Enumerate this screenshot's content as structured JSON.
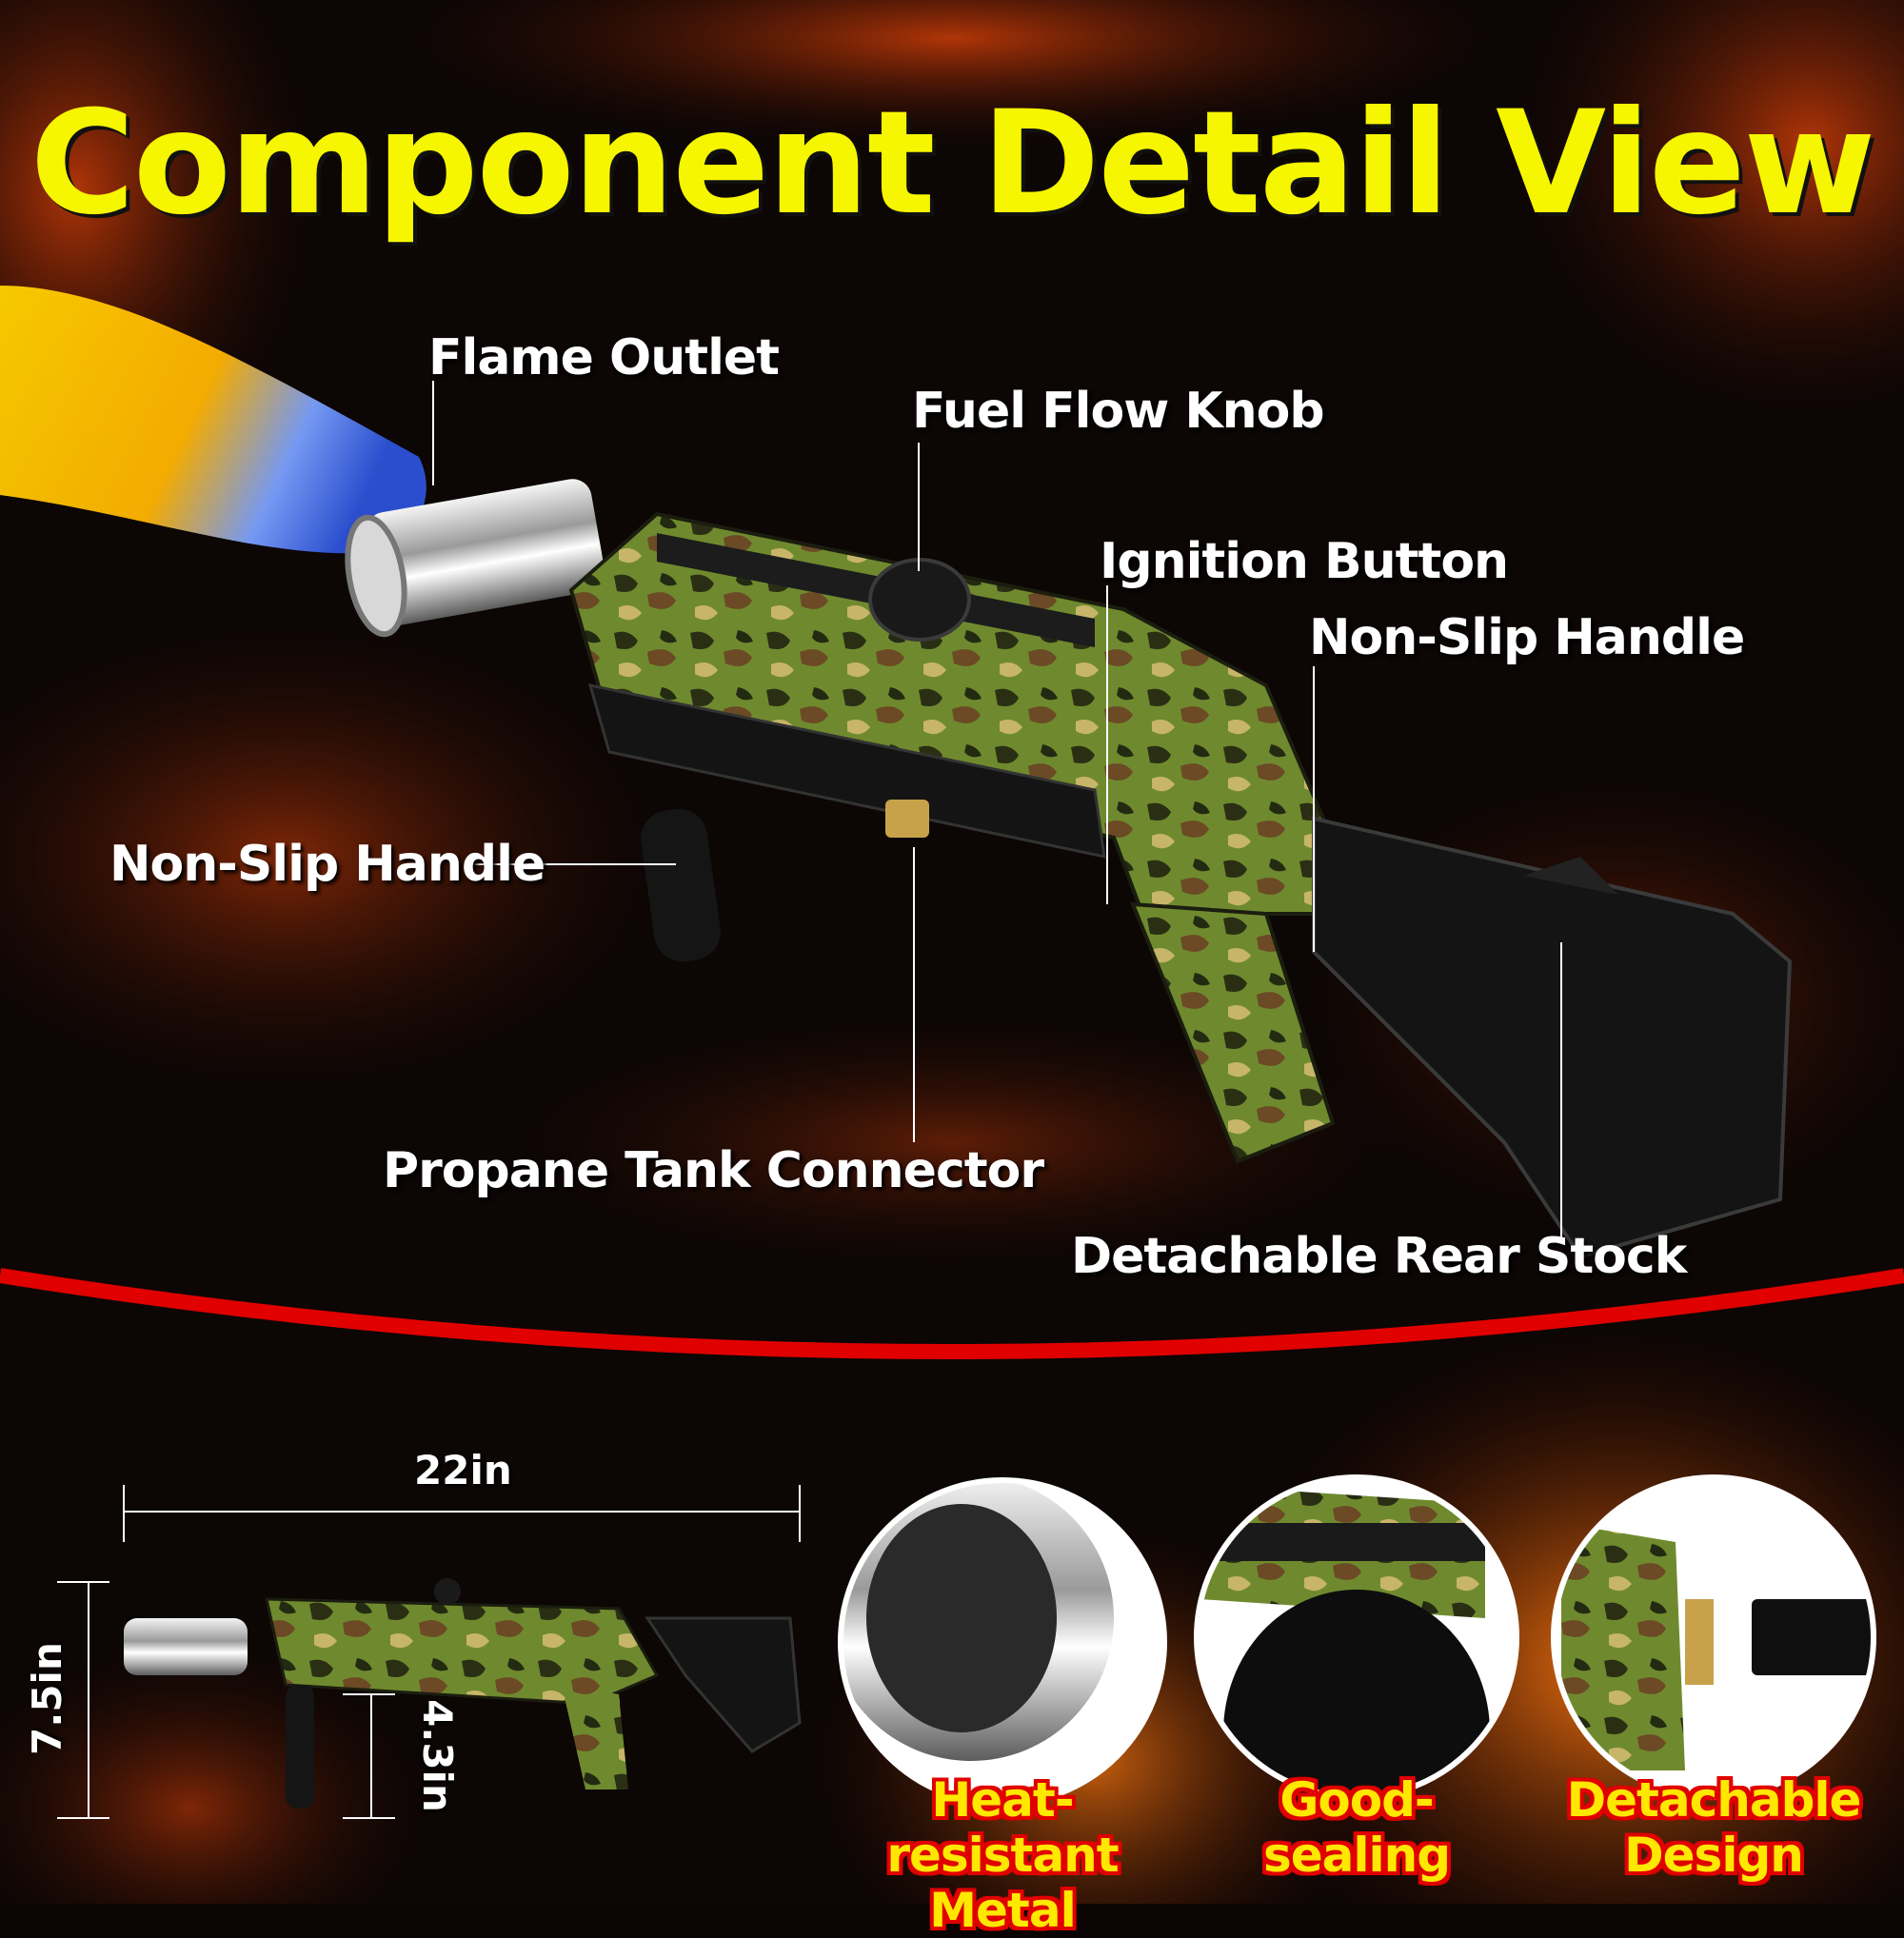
{
  "title": "Component Detail View",
  "callouts": {
    "flame_outlet": "Flame Outlet",
    "fuel_flow_knob": "Fuel Flow Knob",
    "ignition_button": "Ignition Button",
    "non_slip_handle_rear": "Non-Slip Handle",
    "non_slip_handle_front": "Non-Slip Handle",
    "propane_tank_connector": "Propane Tank Connector",
    "detachable_rear_stock": "Detachable Rear Stock"
  },
  "dimensions": {
    "length": "22in",
    "height": "7.5in",
    "grip_height": "4.3in"
  },
  "features": [
    {
      "line1": "Heat-resistant",
      "line2": "Metal"
    },
    {
      "line1": "Good-sealing",
      "line2": ""
    },
    {
      "line1": "Detachable",
      "line2": "Design"
    }
  ],
  "colors": {
    "title": "#f6f600",
    "divider": "#e00000",
    "caption_fill": "#ffe800",
    "caption_outline": "#e00000"
  }
}
